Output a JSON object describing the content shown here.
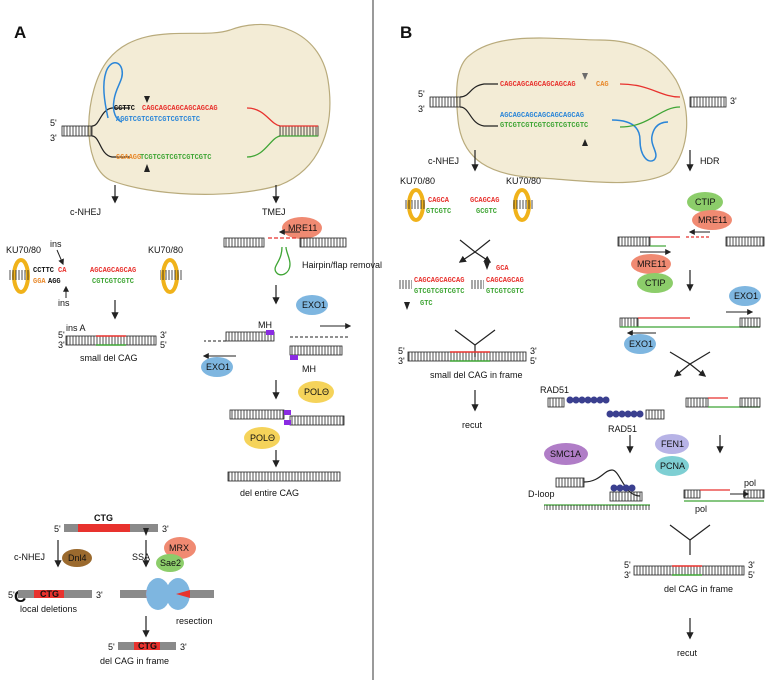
{
  "panels": {
    "a": "A",
    "b": "B",
    "c": "C"
  },
  "colors": {
    "red": "#e8322e",
    "blue": "#2b86d8",
    "green": "#3fa535",
    "orange": "#e8892b",
    "cell": "#f3ecd6",
    "cellStroke": "#b9ab7c"
  },
  "a": {
    "top_seq": "CCTTC",
    "top_cag": "CAGCAGCAGCAGCAGCAG",
    "mid_seq": "AGGTCGTCGTCGTCGTCGTC",
    "bot_seq_orange": "GGAAGG",
    "bot_seq_green": "TCGTCGTCGTCGTCGTC",
    "cnhej": "c-NHEJ",
    "tmej": "TMEJ",
    "ku_left": "KU70/80",
    "ku_right": "KU70/80",
    "ins_top": "ins",
    "ins_bot": "ins",
    "left_top": "CCTTC",
    "left_top_red": "CA",
    "left_bot_orange": "GGA",
    "left_bot": "AGG",
    "right_top": "AGCAGCAGCAG",
    "right_bot": "CGTCGTCGTC",
    "ins_a": "ins A",
    "small_del": "small del CAG",
    "mre11": "MRE11",
    "hairpin": "Hairpin/flap removal",
    "exo1_a": "EXO1",
    "exo1_b": "EXO1",
    "mh1": "MH",
    "mh2": "MH",
    "pol1": "POLΘ",
    "pol2": "POLΘ",
    "del_entire": "del entire CAG"
  },
  "b": {
    "top_red": "CAGCAGCAGCAGCAGCAG",
    "top_orange": "CAG",
    "mid_blue": "AGCAGCAGCAGCAGCAGCAG",
    "bot_green": "GTCGTCGTCGTCGTCGTCGTC",
    "cnhej": "c-NHEJ",
    "hdr": "HDR",
    "ku_left": "KU70/80",
    "ku_right": "KU70/80",
    "l_top": "CAGCA",
    "l_bot": "GTCGTC",
    "r_top": "GCAGCAG",
    "r_bot": "GCGTC",
    "m1_top": "CAGCAGCAGCAG",
    "m1_bot": "GTCGTCGTCGTC",
    "m1_flap": "GTC",
    "m2_flap": "GCA",
    "m2_top": "CAGCAGCAG",
    "m2_bot": "GTCGTCGTC",
    "small_del": "small del CAG in frame",
    "recut1": "recut",
    "ctip": "CTIP",
    "mre11": "MRE11",
    "mre11_b": "MRE11",
    "ctip_b": "CTIP",
    "exo1_a": "EXO1",
    "exo1_b": "EXO1",
    "rad51_a": "RAD51",
    "rad51_b": "RAD51",
    "smc1a": "SMC1A",
    "fen1": "FEN1",
    "pcna": "PCNA",
    "dloop": "D-loop",
    "pol1": "pol",
    "pol2": "pol",
    "del_cag": "del CAG in frame",
    "recut2": "recut"
  },
  "c": {
    "ctg1": "CTG",
    "ctg2": "CTG",
    "ctg3": "CTG",
    "cnhej": "c-NHEJ",
    "dnl4": "Dnl4",
    "ssa": "SSA",
    "mrx": "MRX",
    "sae2": "Sae2",
    "local_del": "local deletions",
    "resection": "resection",
    "del_cag": "del CAG in frame"
  }
}
